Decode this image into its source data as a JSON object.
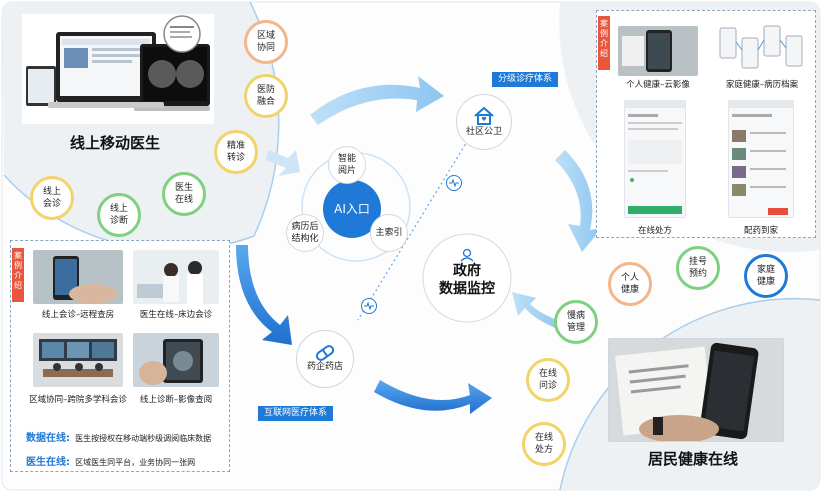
{
  "colors": {
    "accent": "#1f79d6",
    "tag": "#e8573c",
    "ring_orange": "#f5b48a",
    "ring_yellow": "#f2d36a",
    "ring_green": "#7fd07f",
    "ring_blue": "#8fc3ee"
  },
  "top_left_title": "线上移动医生",
  "bottom_right_title": "居民健康在线",
  "center": {
    "hub": "AI入口",
    "govt": "政府\n数据监控"
  },
  "hub_ring": [
    {
      "key": "smart_reading",
      "text": "智能\n阅片"
    },
    {
      "key": "main_index",
      "text": "主索引"
    },
    {
      "key": "record_struct",
      "text": "病历后\n结构化"
    }
  ],
  "nodes": {
    "community": "社区公卫",
    "pharmacy": "药企药店"
  },
  "blue_labels": {
    "tiered": "分级诊疗体系",
    "internet": "互联网医疗体系"
  },
  "left_circles": [
    {
      "key": "regional",
      "text": "区域\n协同",
      "ring": "#f5b48a"
    },
    {
      "key": "fusion",
      "text": "医防\n融合",
      "ring": "#f2d36a"
    },
    {
      "key": "precise",
      "text": "精准\n转诊",
      "ring": "#f2d36a"
    },
    {
      "key": "online_consult",
      "text": "线上\n会诊",
      "ring": "#f2d36a"
    },
    {
      "key": "online_diag",
      "text": "线上\n诊断",
      "ring": "#7fd07f"
    },
    {
      "key": "doctor_online",
      "text": "医生\n在线",
      "ring": "#7fd07f"
    }
  ],
  "right_circles": [
    {
      "key": "personal",
      "text": "个人\n健康",
      "ring": "#f5b48a"
    },
    {
      "key": "register",
      "text": "挂号\n预约",
      "ring": "#7fd07f"
    },
    {
      "key": "family",
      "text": "家庭\n健康",
      "ring": "#1f79d6"
    },
    {
      "key": "chronic",
      "text": "慢病\n管理",
      "ring": "#7fd07f"
    },
    {
      "key": "online_consult2",
      "text": "在线\n问诊",
      "ring": "#f2d36a"
    },
    {
      "key": "online_rx",
      "text": "在线\n处方",
      "ring": "#f2d36a"
    }
  ],
  "case_tag": "案例介绍",
  "left_cases": {
    "captions": [
      "线上会诊–远程查房",
      "医生在线–床边会诊",
      "区域协同–跨院多学科会诊",
      "线上诊断–影像查阅"
    ],
    "data_online_label": "数据在线:",
    "data_online_text": "医生按授权在移动端秒级调阅临床数据",
    "doctor_online_label": "医生在线:",
    "doctor_online_text": "区域医生同平台，业务协同一张网"
  },
  "right_cases": {
    "captions": [
      "个人健康–云影像",
      "家庭健康–病历档案",
      "在线处方",
      "配药到家"
    ]
  }
}
